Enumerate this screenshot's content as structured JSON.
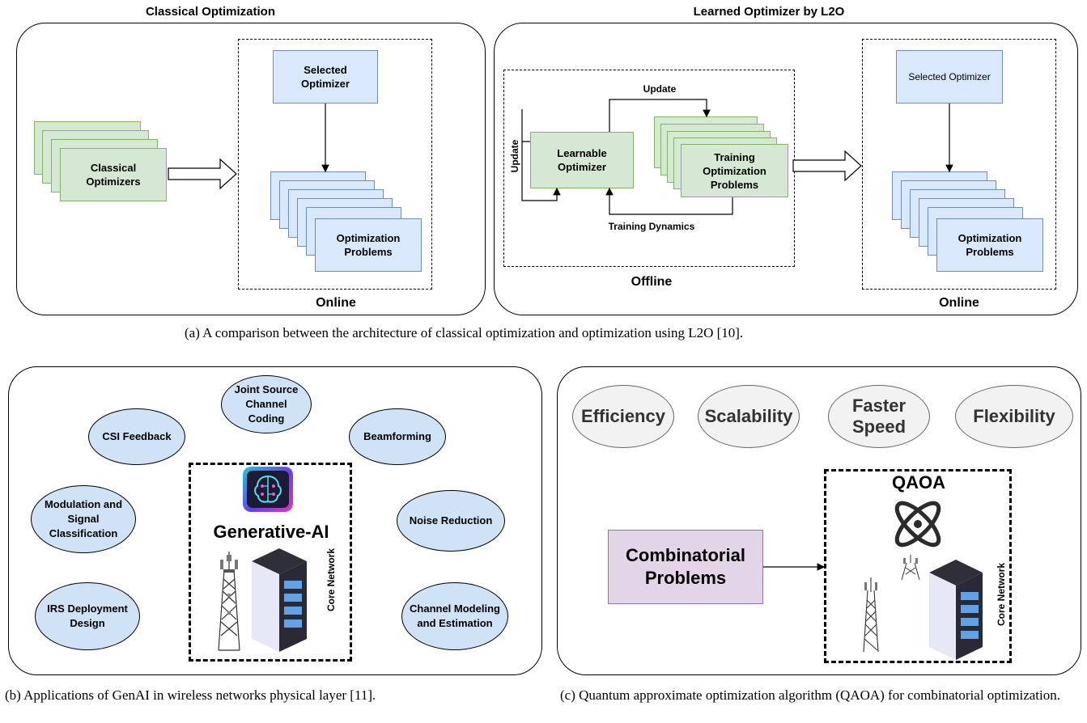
{
  "panel_a": {
    "left_title": "Classical Optimization",
    "right_title": "Learned Optimizer by L2O",
    "classical_optimizers": "Classical Optimizers",
    "selected_optimizer_left": "Selected Optimizer",
    "optimization_problems_left": "Optimization Problems",
    "online_left": "Online",
    "learnable_optimizer": "Learnable Optimizer",
    "training_problems": "Training Optimization Problems",
    "update_top": "Update",
    "update_side": "Update",
    "training_dynamics": "Training Dynamics",
    "offline": "Offline",
    "selected_optimizer_right": "Selected Optimizer",
    "optimization_problems_right": "Optimization Problems",
    "online_right": "Online",
    "caption": "(a) A comparison between the architecture of classical optimization and optimization using L2O [10]."
  },
  "panel_b": {
    "applications": [
      "Joint Source Channel Coding",
      "CSI Feedback",
      "Beamforming",
      "Modulation and Signal Classification",
      "Noise Reduction",
      "IRS Deployment Design",
      "Channel Modeling and Estimation"
    ],
    "center_label": "Generative-AI",
    "core_network": "Core Network",
    "caption": "(b) Applications of GenAI in wireless networks physical layer [11]."
  },
  "panel_c": {
    "benefits": [
      "Efficiency",
      "Scalability",
      "Faster Speed",
      "Flexibility"
    ],
    "combinatorial": "Combinatorial Problems",
    "qaoa": "QAOA",
    "core_network": "Core Network",
    "caption": "(c) Quantum approximate optimization algorithm (QAOA) for combinatorial optimization."
  },
  "colors": {
    "green_fill": "#d5e8d4",
    "blue_fill": "#dae8fc",
    "ellipse_fill": "#cfe2f6",
    "grey_fill": "#f2f2f2",
    "purple_fill": "#e1d5e7"
  }
}
